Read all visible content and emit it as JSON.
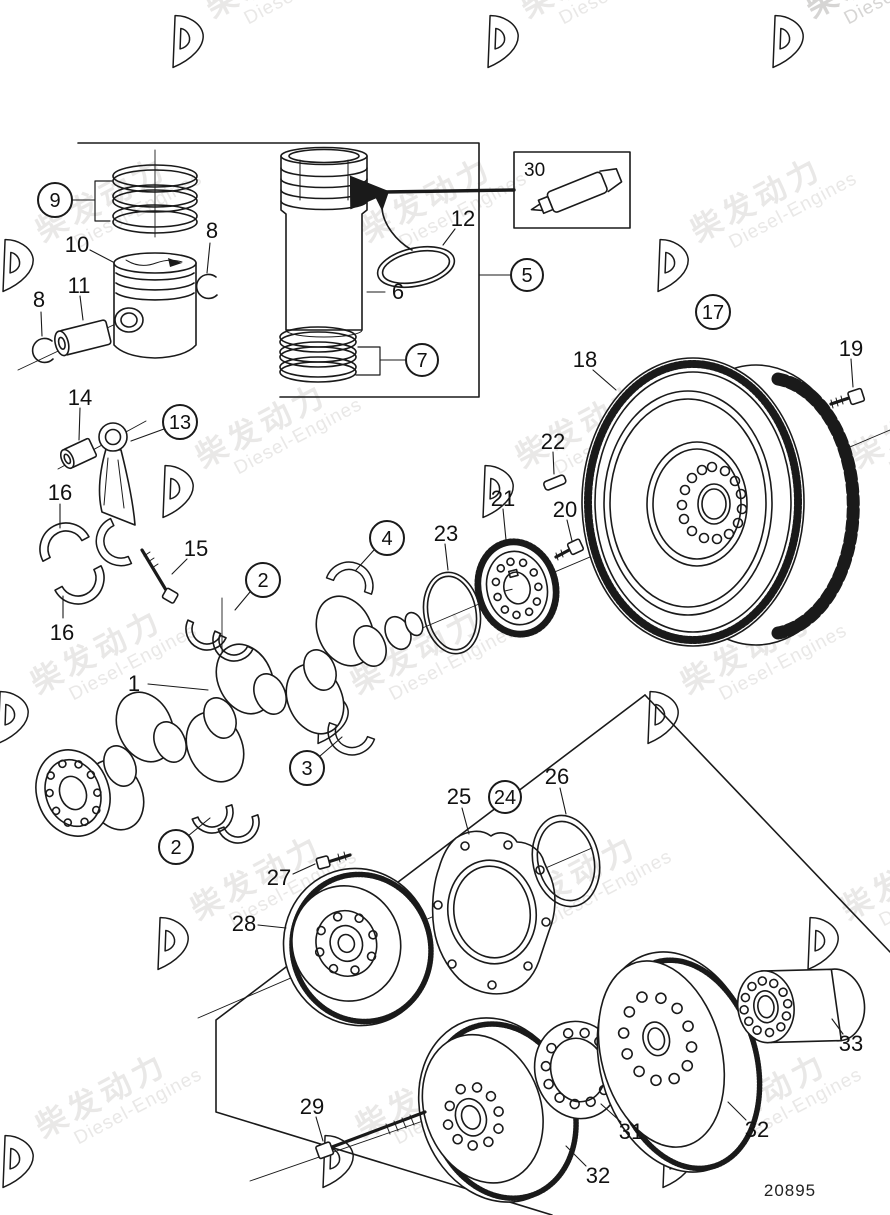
{
  "document": {
    "type": "exploded-parts-diagram",
    "subject": "crankshaft-piston-flywheel-assembly",
    "drawing_number": "20895"
  },
  "watermark": {
    "logo": "diesel-engines-triangle-logo",
    "cn": "柴发动力",
    "en": "Diesel-Engines"
  },
  "colors": {
    "background": "#ffffff",
    "line": "#1a1a1a",
    "label": "#111111",
    "watermark": "#e9e8e7",
    "watermark_dark": "#d6d5d4"
  },
  "callouts": [
    {
      "label": "1",
      "style": "plain",
      "part": "crankshaft"
    },
    {
      "label": "2",
      "style": "circled",
      "part": "thrust-washer-upper-pair"
    },
    {
      "label": "2",
      "style": "circled",
      "part": "thrust-washer-lower-pair"
    },
    {
      "label": "3",
      "style": "circled",
      "part": "main-bearing-shell-lower"
    },
    {
      "label": "4",
      "style": "circled",
      "part": "main-bearing-shell-upper"
    },
    {
      "label": "5",
      "style": "circled",
      "part": "cylinder-liner-kit"
    },
    {
      "label": "6",
      "style": "plain",
      "part": "cylinder-liner"
    },
    {
      "label": "7",
      "style": "circled",
      "part": "liner-sealing-ring-set"
    },
    {
      "label": "8",
      "style": "plain",
      "part": "circlip-right"
    },
    {
      "label": "8",
      "style": "plain",
      "part": "circlip-left"
    },
    {
      "label": "9",
      "style": "circled",
      "part": "piston-ring-kit"
    },
    {
      "label": "10",
      "style": "plain",
      "part": "piston"
    },
    {
      "label": "11",
      "style": "plain",
      "part": "piston-pin"
    },
    {
      "label": "12",
      "style": "plain",
      "part": "liner-o-ring"
    },
    {
      "label": "13",
      "style": "circled",
      "part": "connecting-rod"
    },
    {
      "label": "14",
      "style": "plain",
      "part": "small-end-bushing"
    },
    {
      "label": "15",
      "style": "plain",
      "part": "connecting-rod-bolt"
    },
    {
      "label": "16",
      "style": "plain",
      "part": "big-end-bearing-upper"
    },
    {
      "label": "16",
      "style": "plain",
      "part": "big-end-bearing-lower"
    },
    {
      "label": "17",
      "style": "circled",
      "part": "flywheel"
    },
    {
      "label": "18",
      "style": "plain",
      "part": "ring-gear"
    },
    {
      "label": "19",
      "style": "plain",
      "part": "flywheel-bolt"
    },
    {
      "label": "20",
      "style": "plain",
      "part": "gear-bolt"
    },
    {
      "label": "21",
      "style": "plain",
      "part": "crankshaft-gear"
    },
    {
      "label": "22",
      "style": "plain",
      "part": "key"
    },
    {
      "label": "23",
      "style": "plain",
      "part": "sealing-ring"
    },
    {
      "label": "24",
      "style": "circled",
      "part": "rear-seal-kit"
    },
    {
      "label": "25",
      "style": "plain",
      "part": "sealing-flange"
    },
    {
      "label": "26",
      "style": "plain",
      "part": "rear-crankshaft-seal"
    },
    {
      "label": "27",
      "style": "plain",
      "part": "flange-bolt"
    },
    {
      "label": "28",
      "style": "plain",
      "part": "vibration-damper"
    },
    {
      "label": "29",
      "style": "plain",
      "part": "pulley-bolt"
    },
    {
      "label": "30",
      "style": "boxed",
      "part": "sealant"
    },
    {
      "label": "31",
      "style": "plain",
      "part": "spacer-washer"
    },
    {
      "label": "32",
      "style": "plain",
      "part": "crankshaft-pulley-front"
    },
    {
      "label": "32",
      "style": "plain",
      "part": "crankshaft-pulley-rear"
    },
    {
      "label": "33",
      "style": "plain",
      "part": "pulley-hub"
    }
  ]
}
